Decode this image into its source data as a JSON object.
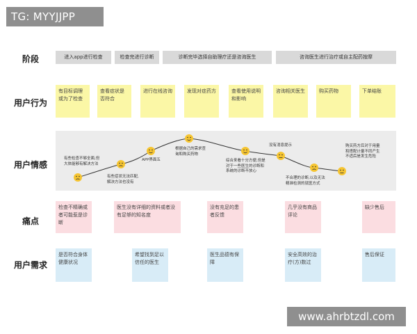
{
  "tag": "TG: MYYJJPP",
  "watermark": "www.ahrbtzdl.com",
  "rows": {
    "stage": "阶段",
    "behavior": "用户行为",
    "emotion": "用户情感",
    "pain": "痛点",
    "needs": "用户需求"
  },
  "stages": [
    "进入app进行检查",
    "检查完进行诊断",
    "诊断完毕选择自助理疗还是咨询医生",
    "咨询医生进行治疗或自主配药按摩"
  ],
  "behaviors": [
    "有目标调理或为了检查",
    "查看症状是否符合",
    "进行在线咨询",
    "发现对症药方",
    "查看使用说明和影响",
    "咨询相关医生",
    "购买药物",
    "下单结账"
  ],
  "emotions": [
    {
      "text": [
        "有些检查不够全面,但",
        "大体能够有解决方法"
      ],
      "mood": "sad",
      "level": 2
    },
    {
      "text": [
        "有些症状无法匹配,",
        "解决方法也没有"
      ],
      "mood": "sad",
      "level": 2
    },
    {
      "text": [
        "APP界面五"
      ],
      "mood": "happy",
      "level": 4
    },
    {
      "text": [
        "根据自己的需求查",
        "询和购买药物"
      ],
      "mood": "happy",
      "level": 5
    },
    {
      "text": [
        "综合来看十分方便,但是",
        "对于一些医生的诊断和",
        "系统的诊断不放心"
      ],
      "mood": "happy",
      "level": 4
    },
    {
      "text": [
        "没有消息提示"
      ],
      "mood": "neutral",
      "level": 3
    },
    {
      "text": [
        "不合理的诊断,以及无法",
        "精准检测的就医方式"
      ],
      "mood": "sad",
      "level": 2
    },
    {
      "text": [
        "购买药方后对于用量",
        "和搭配计量不同产生",
        "不适后是发生危险"
      ],
      "mood": "neutral",
      "level": 2
    }
  ],
  "pains": [
    "检查不精确或者可能惹是诊断",
    "医生没有详细的资料或者没有足够的知名度",
    "没有充足的患者反馈",
    "几乎没有商品评论",
    "缺少售后"
  ],
  "needs": [
    "是否符合身体健康状况",
    "希望找到足以信任的医生",
    "医生品德有保障",
    "安全高效的治疗(方)数过",
    "售后保证"
  ],
  "colors": {
    "stage": "#d9d9d9",
    "yellow_note": "#fbf7a6",
    "pink_note": "#fbdde1",
    "blue_note": "#d8ecf7",
    "emoji": "#f6c531",
    "line": "#333333"
  }
}
